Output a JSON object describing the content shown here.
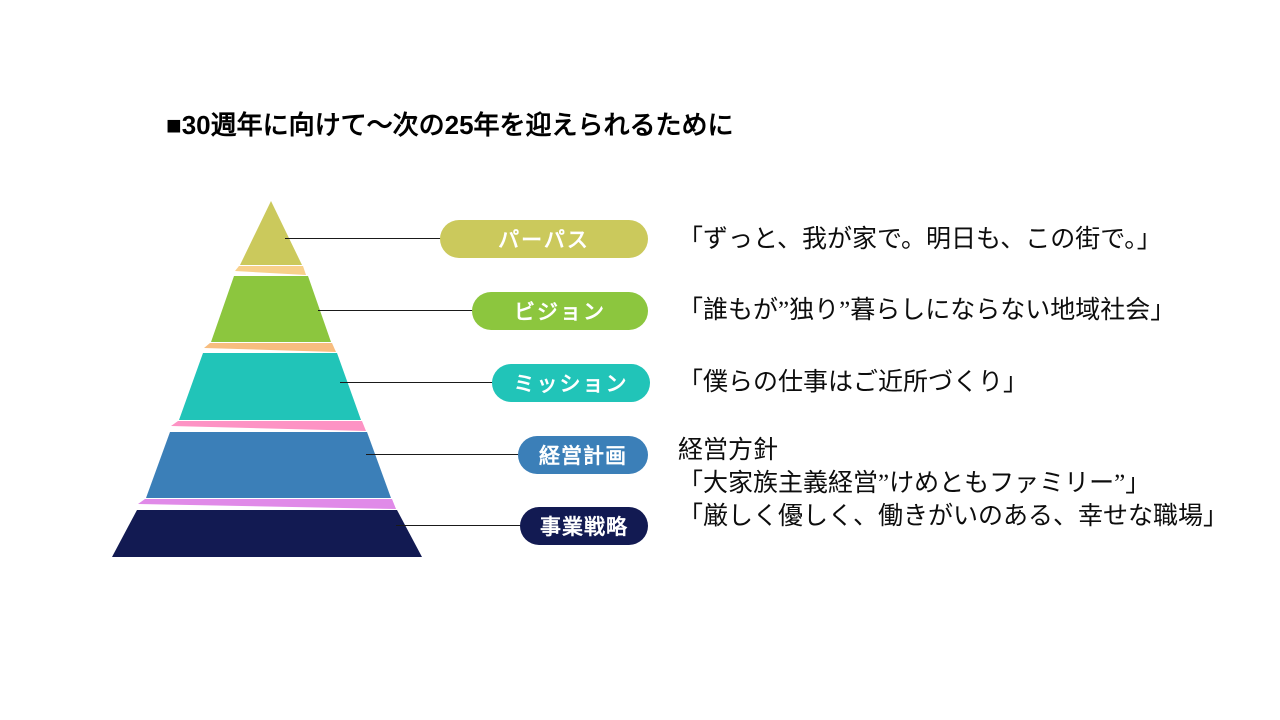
{
  "slide": {
    "title": "■30週年に向けて～次の25年を迎えられるために",
    "background_color": "#ffffff"
  },
  "pyramid": {
    "tiers": [
      {
        "id": "purpose",
        "label": "パーパス",
        "color": "#cbc95c",
        "statement": "「ずっと、我が家で。明日も、この街で。」"
      },
      {
        "id": "vision",
        "label": "ビジョン",
        "color": "#8cc63e",
        "statement": "「誰もが”独り”暮らしにならない地域社会」"
      },
      {
        "id": "mission",
        "label": "ミッション",
        "color": "#21c4b8",
        "statement": "「僕らの仕事はご近所づくり」"
      },
      {
        "id": "management-plan",
        "label": "経営計画",
        "color": "#3b7fb8",
        "statement_lines": [
          "経営方針",
          "「大家族主義経営”けめともファミリー”」"
        ]
      },
      {
        "id": "business-strategy",
        "label": "事業戦略",
        "color": "#121a52",
        "statement_lines": [
          "「厳しく優しく、働きがいのある、幸せな職場」"
        ]
      }
    ],
    "dividers": [
      {
        "id": "divider-purpose-vision",
        "color": "#f7d08a"
      },
      {
        "id": "divider-vision-mission",
        "color": "#f7bd7f"
      },
      {
        "id": "divider-mission-plan",
        "color": "#fd93c4"
      },
      {
        "id": "divider-plan-strategy",
        "color": "#e08ae8"
      }
    ],
    "connector_color": "#1a1a1a"
  },
  "statements": {
    "purpose": "「ずっと、我が家で。明日も、この街で。」",
    "vision": "「誰もが”独り”暮らしにならない地域社会」",
    "mission": "「僕らの仕事はご近所づくり」",
    "plan_heading": "経営方針",
    "plan_quote": "「大家族主義経営”けめともファミリー”」",
    "strategy_quote": "「厳しく優しく、働きがいのある、幸せな職場」"
  }
}
